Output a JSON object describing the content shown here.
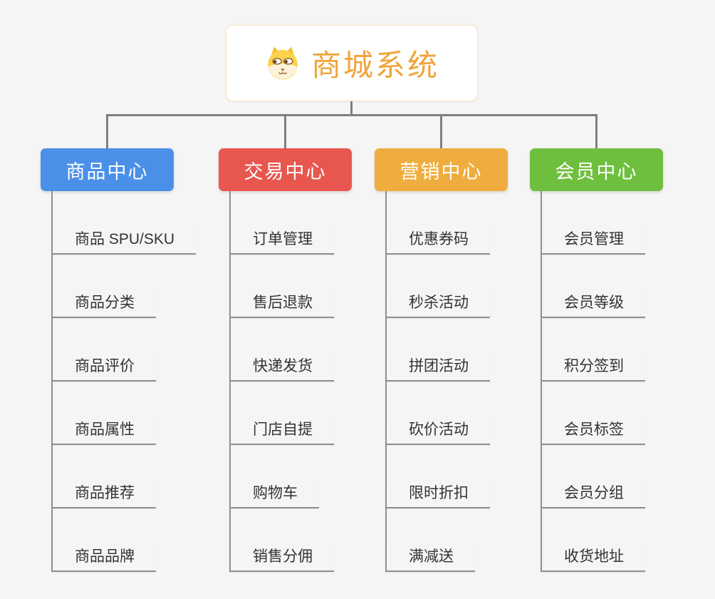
{
  "root": {
    "title": "商城系统",
    "icon": "dog-face-icon",
    "title_color": "#f0a43b",
    "border_color": "#f6c772"
  },
  "colors": {
    "background": "#f5f5f5",
    "top_connector": "#7f7f7f",
    "child_connector": "#8f8f8f",
    "child_text": "#333333"
  },
  "branches": [
    {
      "label": "商品中心",
      "color": "#4a90e8",
      "children": [
        "商品 SPU/SKU",
        "商品分类",
        "商品评价",
        "商品属性",
        "商品推荐",
        "商品品牌"
      ]
    },
    {
      "label": "交易中心",
      "color": "#e7574f",
      "children": [
        "订单管理",
        "售后退款",
        "快递发货",
        "门店自提",
        "购物车",
        "销售分佣"
      ]
    },
    {
      "label": "营销中心",
      "color": "#eead3e",
      "children": [
        "优惠券码",
        "秒杀活动",
        "拼团活动",
        "砍价活动",
        "限时折扣",
        "满减送"
      ]
    },
    {
      "label": "会员中心",
      "color": "#6fbf3f",
      "children": [
        "会员管理",
        "会员等级",
        "积分签到",
        "会员标签",
        "会员分组",
        "收货地址"
      ]
    }
  ]
}
